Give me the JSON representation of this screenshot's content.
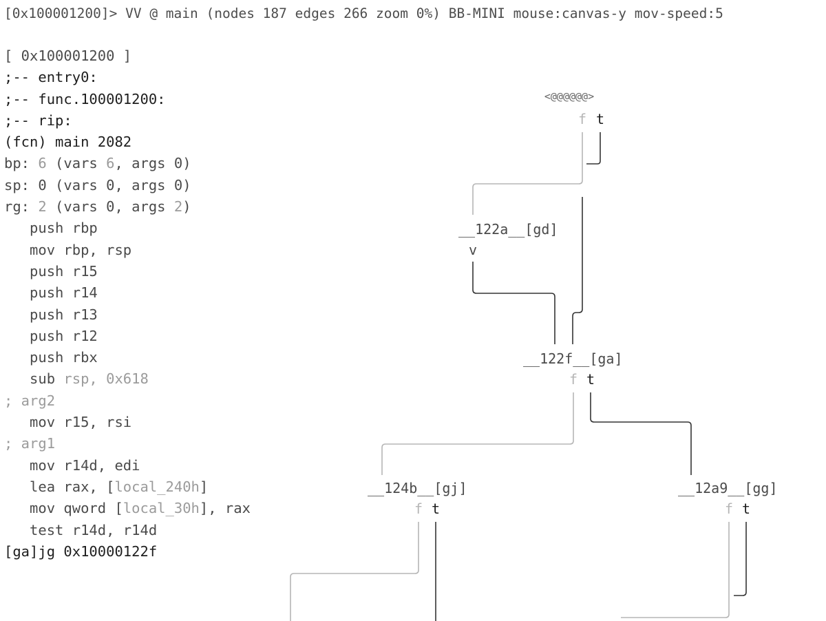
{
  "status_bar": "[0x100001200]> VV @ main (nodes 187 edges 266 zoom 0%) BB-MINI mouse:canvas-y mov-speed:5",
  "listing": {
    "address_header": "[ 0x100001200 ]",
    "labels": [
      ";-- entry0:",
      ";-- func.100001200:",
      ";-- rip:"
    ],
    "function_header": "(fcn) main 2082",
    "var_summary": [
      {
        "name": "bp:",
        "count": "6",
        "vars": "6",
        "args": "0"
      },
      {
        "name": "sp:",
        "count": "0",
        "vars": "0",
        "args": "0"
      },
      {
        "name": "rg:",
        "count": "2",
        "vars": "0",
        "args": "2"
      }
    ],
    "instructions": [
      {
        "mnemonic": "push",
        "operands": "rbp"
      },
      {
        "mnemonic": "mov",
        "operands": "rbp, rsp"
      },
      {
        "mnemonic": "push",
        "operands": "r15"
      },
      {
        "mnemonic": "push",
        "operands": "r14"
      },
      {
        "mnemonic": "push",
        "operands": "r13"
      },
      {
        "mnemonic": "push",
        "operands": "r12"
      },
      {
        "mnemonic": "push",
        "operands": "rbx"
      },
      {
        "mnemonic": "sub",
        "operands": "rsp, 0x618"
      }
    ],
    "comment_arg2": "; arg2",
    "instr_arg2": {
      "mnemonic": "mov",
      "operands": "r15, rsi"
    },
    "comment_arg1": "; arg1",
    "instr_arg1": {
      "mnemonic": "mov",
      "operands": "r14d, edi"
    },
    "lea": {
      "mnemonic": "lea",
      "reg": "rax,",
      "local": "local_240h"
    },
    "mov_qword": {
      "mnemonic": "mov",
      "kw": "qword",
      "local": "local_30h",
      "tail": ", rax"
    },
    "test": {
      "mnemonic": "test",
      "operands": "r14d, r14d"
    },
    "jump": {
      "tag": "[ga]",
      "mnemonic": "jg",
      "target": "0x10000122f"
    }
  },
  "graph": {
    "entry_node": "<@@@@@@>",
    "nodes": [
      {
        "label": "__122a__[gd]",
        "branch": "v"
      },
      {
        "label": "__122f__[ga]",
        "branch_false": "f",
        "branch_true": "t"
      },
      {
        "label": "__124b__[gj]",
        "branch_false": "f",
        "branch_true": "t"
      },
      {
        "label": "__12a9__[gg]",
        "branch_false": "f",
        "branch_true": "t"
      }
    ],
    "entry_branch_false": "f",
    "entry_branch_true": "t"
  },
  "colors": {
    "text": "#4a4a4a",
    "text_dark": "#1e1e1e",
    "dim": "#9b9b9b",
    "edge_true": "#333333",
    "edge_false": "#b5b5b5",
    "background": "#ffffff"
  }
}
